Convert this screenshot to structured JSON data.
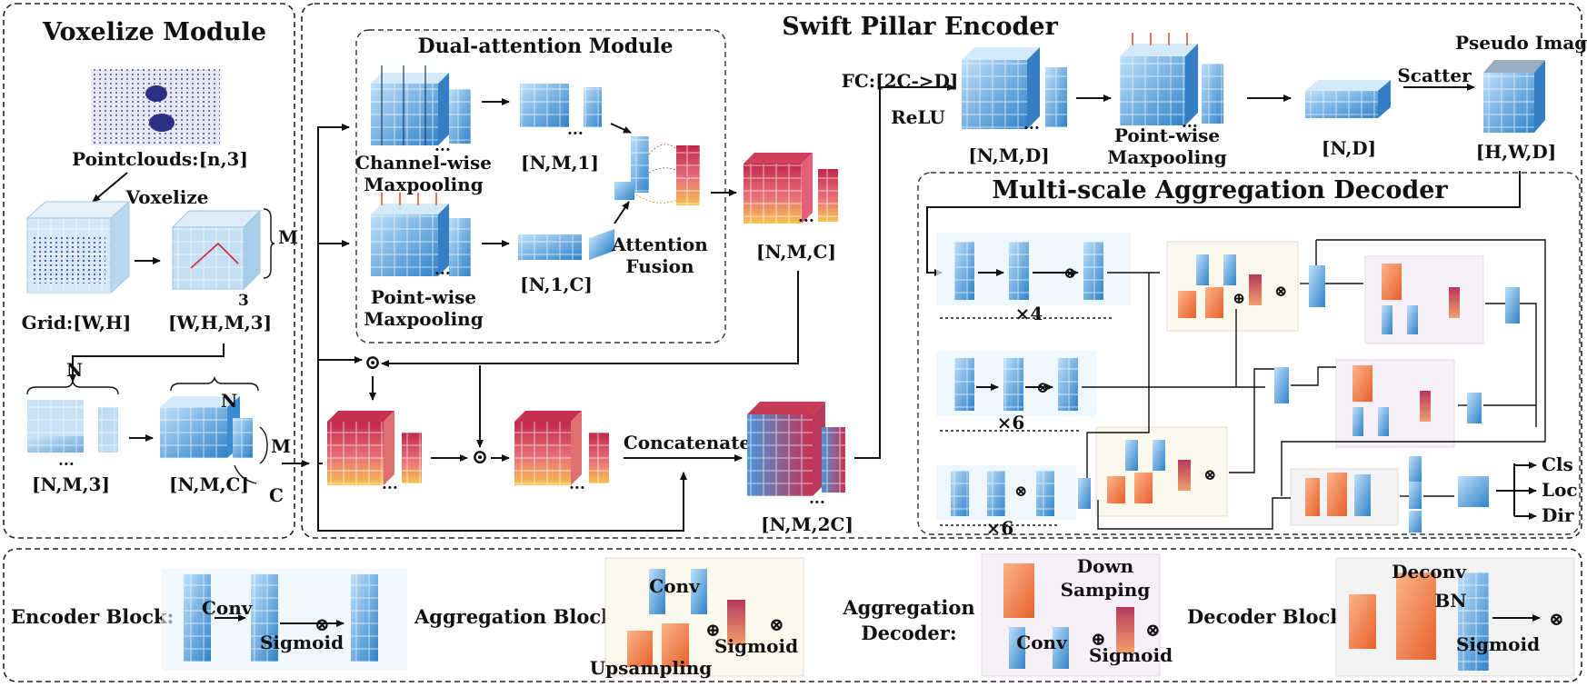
{
  "voxelize": {
    "title": "Voxelize Module",
    "pointclouds": "Pointclouds:[n,3]",
    "voxelize_label": "Voxelize",
    "grid": "Grid:[W,H]",
    "whm3": "[W,H,M,3]",
    "m": "M",
    "three": "3",
    "n1": "N",
    "n2": "N",
    "m2": "M",
    "c": "C",
    "nm3": "[N,M,3]",
    "nmc": "[N,M,C]"
  },
  "encoder": {
    "title": "Swift Pillar Encoder",
    "dual_title": "Dual-attention Module",
    "channel_wise_1": "Channel-wise",
    "channel_wise_2": "Maxpooling",
    "point_wise_1": "Point-wise",
    "point_wise_2": "Maxpooling",
    "nm1": "[N,M,1]",
    "n1c": "[N,1,C]",
    "attention_1": "Attention",
    "attention_2": "Fusion",
    "nmc": "[N,M,C]",
    "concatenate": "Concatenate",
    "nm2c": "[N,M,2C]",
    "fc": "FC:[2C->D]",
    "relu": "ReLU",
    "nmd": "[N,M,D]",
    "pw_1": "Point-wise",
    "pw_2": "Maxpooling",
    "nd": "[N,D]",
    "scatter": "Scatter",
    "pseudo": "Pseudo Image",
    "hwd": "[H,W,D]",
    "odot": "⊙",
    "dots": "..."
  },
  "decoder": {
    "title": "Multi-scale Aggregation Decoder",
    "x4": "×4",
    "x6a": "×6",
    "x6b": "×6",
    "outputs": [
      "Cls",
      "Loc",
      "Dir"
    ],
    "otimes": "⊗",
    "oplus": "⊕"
  },
  "legend": {
    "encoder_block": "Encoder Block:",
    "conv": "Conv",
    "sigmoid": "Sigmoid",
    "aggregation_block": "Aggregation Block:",
    "upsampling": "Upsampling",
    "aggregation_decoder_1": "Aggregation",
    "aggregation_decoder_2": "Decoder:",
    "down_1": "Down",
    "down_2": "Samping",
    "decoder_block": "Decoder Block:",
    "deconv": "Deconv",
    "bn": "BN"
  },
  "colors": {
    "blue_light": "#cfe6f8",
    "blue": "#4f9fdc",
    "blue_dark": "#1f6fb2",
    "orange": "#f07a3a",
    "red": "#c8284a",
    "yellow": "#f4c04a",
    "pink": "#d04a78"
  }
}
